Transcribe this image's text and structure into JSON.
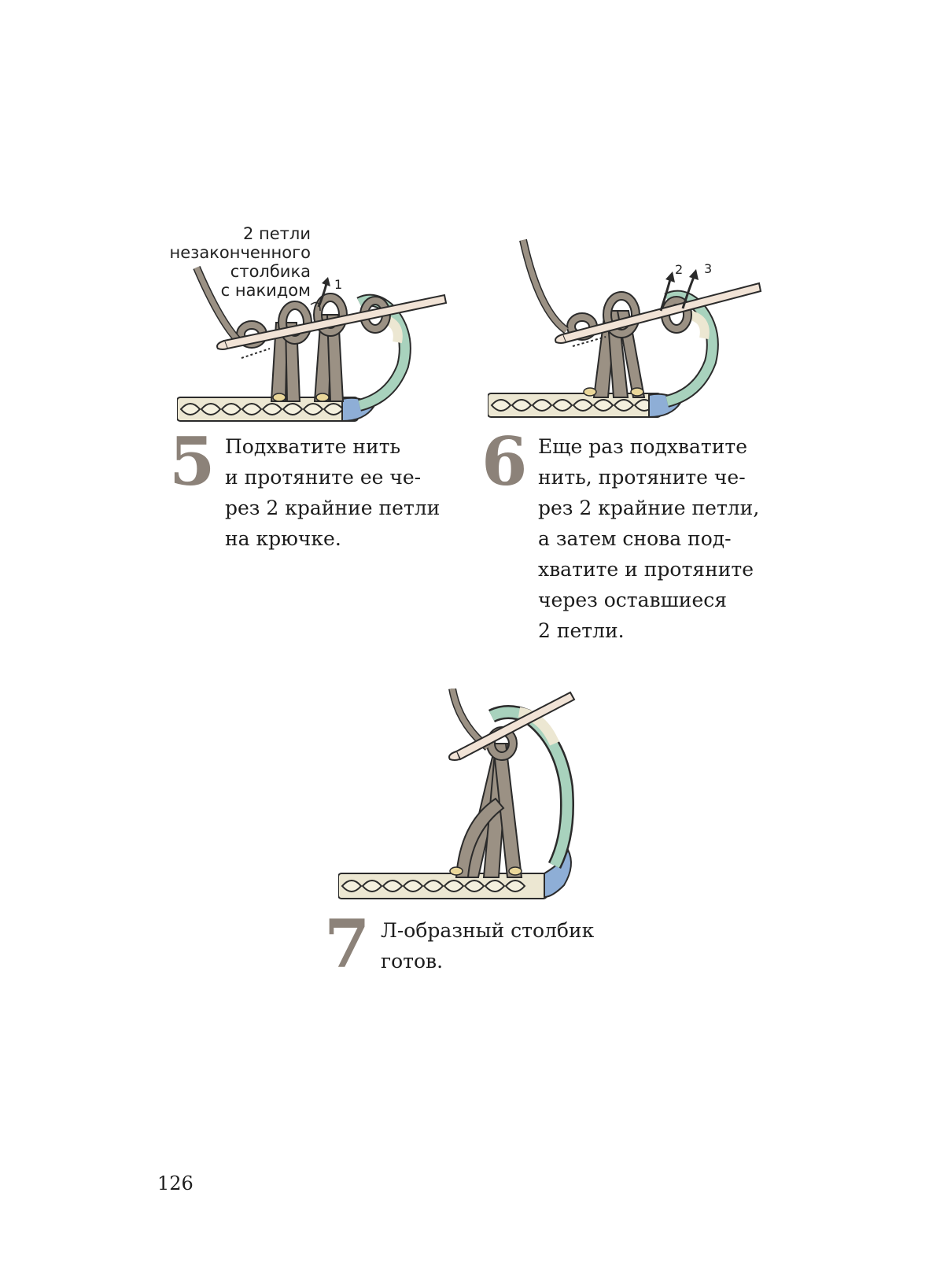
{
  "figures": [
    {
      "step_number": "5",
      "label_lines": [
        "2 петли",
        "незаконченного",
        "столбика",
        "с накидом"
      ],
      "arrows": [
        "1"
      ],
      "text_lines": [
        "Подхватите нить",
        "и протяните ее че-",
        "рез 2 крайние петли",
        "на крючке."
      ]
    },
    {
      "step_number": "6",
      "arrows": [
        "2",
        "3"
      ],
      "text_lines": [
        "Еще раз подхватите",
        "нить, протяните че-",
        "рез 2 крайние петли,",
        "а затем снова под-",
        "хватите и протяните",
        "через оставшиеся",
        "2 петли."
      ]
    },
    {
      "step_number": "7",
      "text_lines": [
        "Л-образный столбик",
        "готов."
      ]
    }
  ],
  "page_number": "126",
  "colors": {
    "yarn_taupe": "#9b9184",
    "yarn_cream": "#ece7d2",
    "yarn_mint": "#a8d2bd",
    "yarn_blue": "#8eaed6",
    "yarn_yellow": "#ead79a",
    "hook": "#f1e3d6",
    "outline": "#2b2b2b",
    "step_number": "#8c8279"
  }
}
